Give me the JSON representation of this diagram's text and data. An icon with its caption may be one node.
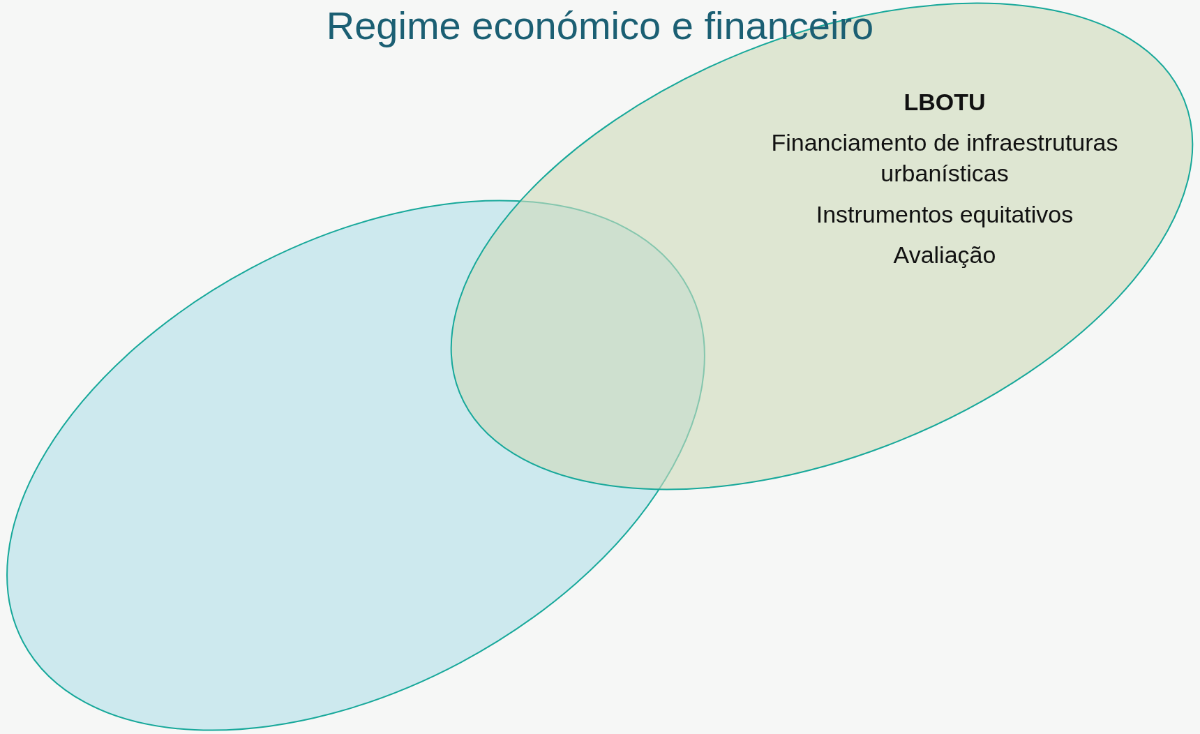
{
  "diagram": {
    "title": "Regime económico e financeiro",
    "nodes": [
      {
        "text": [
          "LBOTU",
          "Financiamento de infraestruturas urbanísticas",
          "Instrumentos equitativos",
          "Avaliação"
        ]
      },
      {
        "text": [],
        "shape": "ellipse"
      }
    ]
  }
}
